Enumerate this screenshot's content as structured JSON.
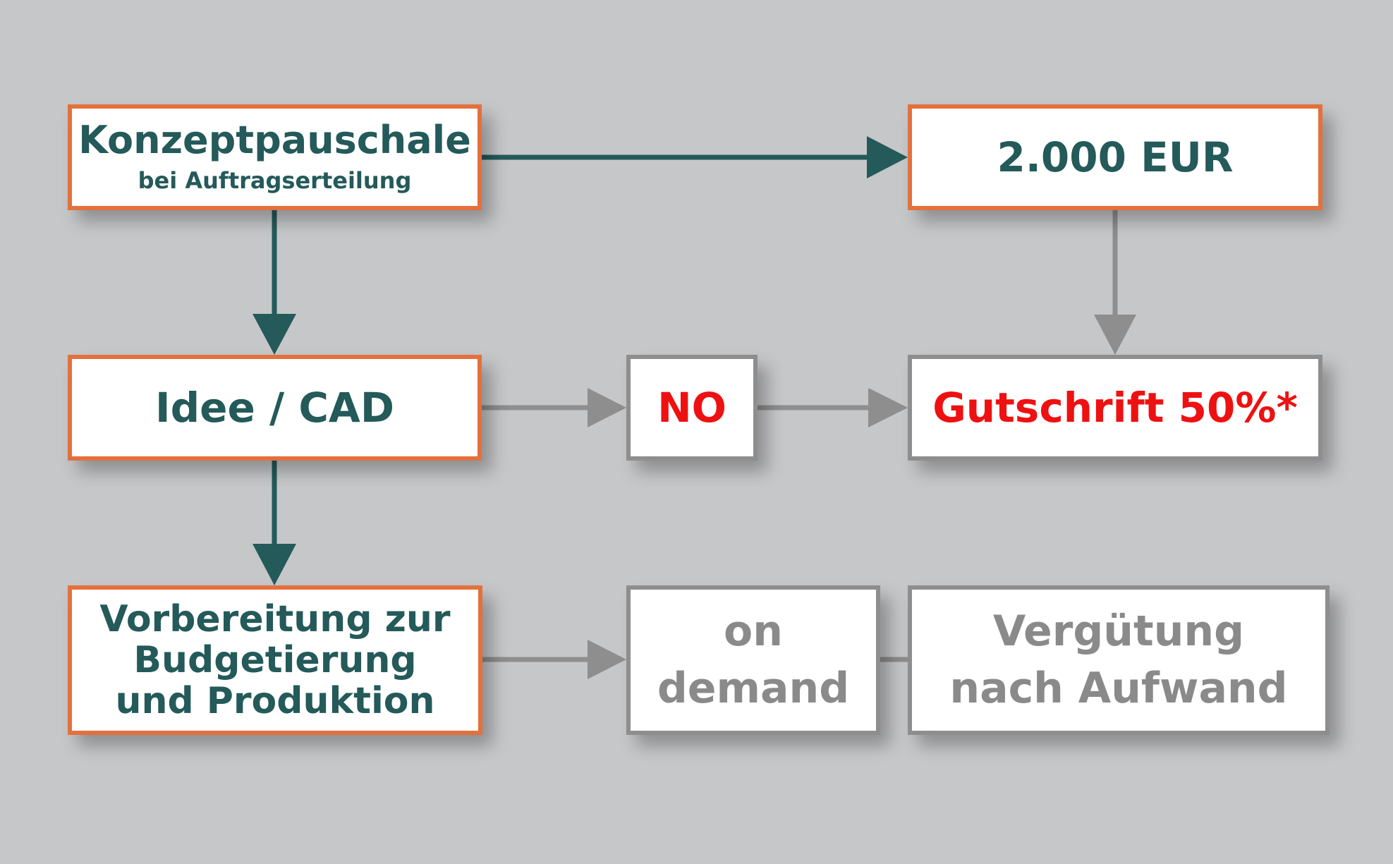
{
  "colors": {
    "background": "#c6c7c9",
    "accent_border": "#e4703c",
    "muted_border": "#8e8e8e",
    "primary_text": "#245a59",
    "highlight_text": "#ee1111",
    "muted_text": "#8a8a8a",
    "primary_arrow": "#245a59",
    "muted_arrow": "#8e8e8e"
  },
  "nodes": {
    "konzept": {
      "title": "Konzeptpauschale",
      "subtitle": "bei Auftragserteilung"
    },
    "price": {
      "label": "2.000 EUR"
    },
    "idee": {
      "label": "Idee / CAD"
    },
    "no": {
      "label": "NO"
    },
    "gutschrift": {
      "label": "Gutschrift 50%*"
    },
    "vorbereitung": {
      "lines": [
        "Vorbereitung zur",
        "Budgetierung",
        "und Produktion"
      ]
    },
    "ondemand": {
      "lines": [
        "on",
        "demand"
      ]
    },
    "verguetung": {
      "lines": [
        "Vergütung",
        "nach Aufwand"
      ]
    }
  }
}
